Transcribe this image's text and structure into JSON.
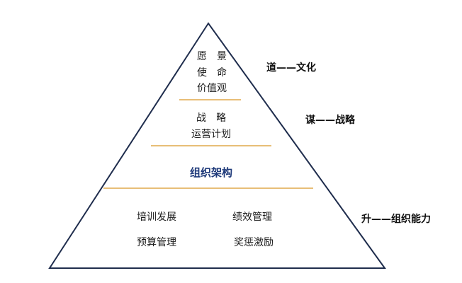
{
  "colors": {
    "outline": "#1f2d4d",
    "divider": "#e0a94a",
    "highlight_text": "#1f3a7a"
  },
  "layer1": {
    "line1": "愿　景",
    "line2": "使　命",
    "line3": "价值观"
  },
  "layer2": {
    "line1": "战　略",
    "line2": "运营计划"
  },
  "layer3": {
    "title": "组织架构"
  },
  "layer4": {
    "item1": "培训发展",
    "item2": "绩效管理",
    "item3": "预算管理",
    "item4": "奖惩激励"
  },
  "side_labels": {
    "top": "道——文化",
    "middle": "谋——战略",
    "bottom": "升——组织能力"
  }
}
